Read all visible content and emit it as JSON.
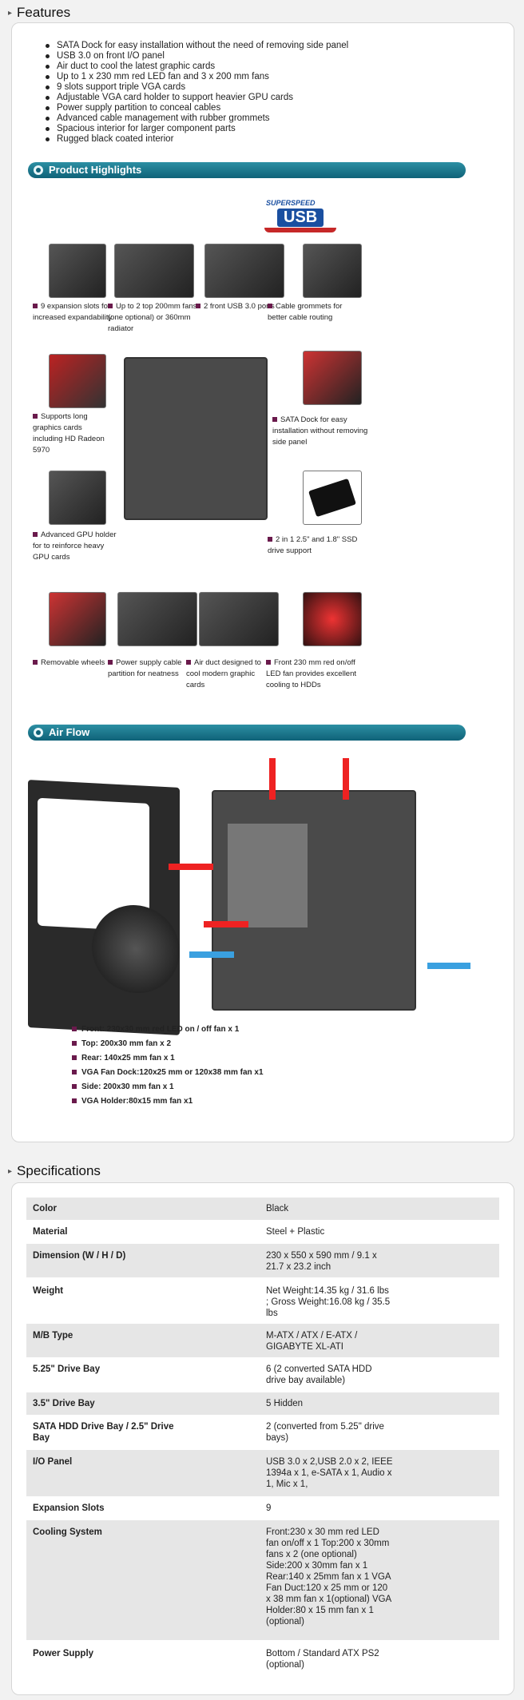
{
  "features": {
    "title": "Features",
    "items": [
      "SATA Dock for easy installation without the need of removing side panel",
      "USB 3.0 on front I/O panel",
      "Air duct to cool the latest graphic cards",
      "Up to 1 x 230 mm red LED fan and 3 x 200 mm fans",
      "9 slots support triple VGA cards",
      "Adjustable VGA card holder to support heavier GPU cards",
      "Power supply partition to conceal cables",
      "Advanced cable management with rubber grommets",
      "Spacious interior for larger component parts",
      "Rugged black coated interior"
    ]
  },
  "highlights": {
    "title": "Product Highlights",
    "usb_logo": {
      "super": "SUPERSPEED",
      "main": "USB"
    },
    "captions": [
      "9 expansion slots for increased expandability",
      "Up to 2 top 200mm fans (one optional) or 360mm radiator",
      "2 front USB 3.0 ports",
      "Cable grommets for better cable routing",
      "Supports long graphics cards including HD Radeon 5970",
      "SATA Dock for easy installation without removing side panel",
      "Advanced GPU holder for to reinforce heavy GPU cards",
      "2 in 1 2.5\" and 1.8\" SSD drive support",
      "Removable wheels",
      "Power supply cable partition for neatness",
      "Air duct designed to cool modern graphic cards",
      "Front 230 mm red on/off LED fan provides excellent cooling to HDDs"
    ]
  },
  "airflow": {
    "title": "Air Flow",
    "fans": [
      "Front: 230x30 mm red LED on / off fan x 1",
      "Top: 200x30 mm fan x 2",
      "Rear: 140x25 mm fan x 1",
      "VGA Fan Dock:120x25 mm or 120x38 mm fan x1",
      "Side: 200x30 mm fan x 1",
      "VGA Holder:80x15 mm fan x1"
    ]
  },
  "specifications": {
    "title": "Specifications",
    "rows": [
      {
        "k": "Color",
        "v": "Black"
      },
      {
        "k": "Material",
        "v": "Steel + Plastic"
      },
      {
        "k": "Dimension (W / H / D)",
        "v": "230 x 550 x 590 mm / 9.1 x 21.7 x 23.2 inch"
      },
      {
        "k": "Weight",
        "v": "Net Weight:14.35 kg / 31.6 lbs ; Gross Weight:16.08 kg / 35.5 lbs"
      },
      {
        "k": "M/B Type",
        "v": "M-ATX / ATX / E-ATX / GIGABYTE XL-ATI"
      },
      {
        "k": "5.25\" Drive Bay",
        "v": "6 (2 converted SATA HDD drive bay available)"
      },
      {
        "k": "3.5\" Drive Bay",
        "v": "5 Hidden"
      },
      {
        "k": "SATA HDD Drive Bay / 2.5\" Drive Bay",
        "v": "2 (converted from 5.25\" drive bays)"
      },
      {
        "k": "I/O Panel",
        "v": "USB 3.0 x 2,USB 2.0 x 2, IEEE 1394a x 1, e-SATA x 1, Audio x 1, Mic x 1,"
      },
      {
        "k": "Expansion Slots",
        "v": "9"
      },
      {
        "k": "Cooling System",
        "v": "Front:230 x 30 mm red LED fan on/off x 1 Top:200 x 30mm fans x 2 (one optional) Side:200 x 30mm fan x 1 Rear:140 x 25mm fan x 1 VGA Fan Duct:120 x 25 mm or 120 x 38 mm fan x 1(optional) VGA Holder:80 x 15 mm fan x 1 (optional)"
      },
      {
        "k": "Power Supply",
        "v": "Bottom / Standard ATX PS2 (optional)"
      }
    ]
  }
}
